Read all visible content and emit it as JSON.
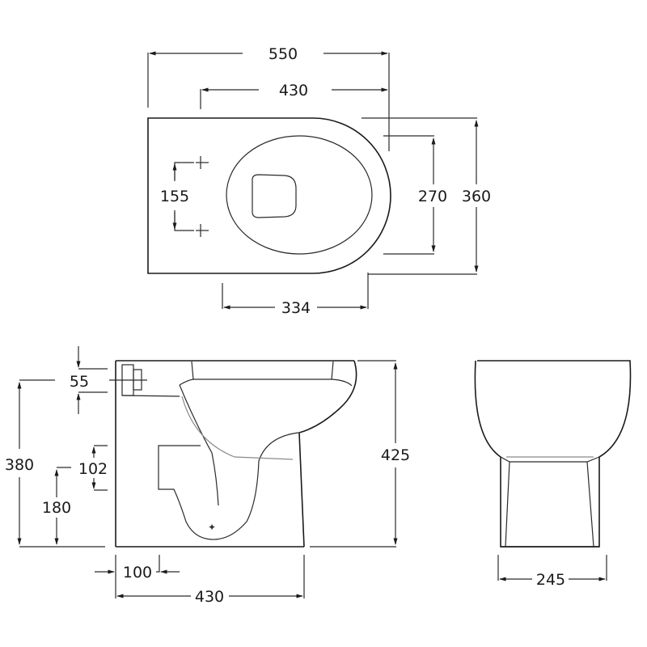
{
  "views": {
    "top": {
      "overall_length": "550",
      "seat_length": "430",
      "fixing_centres": "155",
      "bowl_width": "270",
      "overall_width": "360",
      "bowl_length": "334"
    },
    "side": {
      "inlet_height": "55",
      "inlet_centre_height": "380",
      "outlet_height": "102",
      "outlet_centre_height": "180",
      "overall_height": "425",
      "outlet_setback": "100",
      "base_length": "430"
    },
    "front": {
      "base_width": "245"
    }
  }
}
